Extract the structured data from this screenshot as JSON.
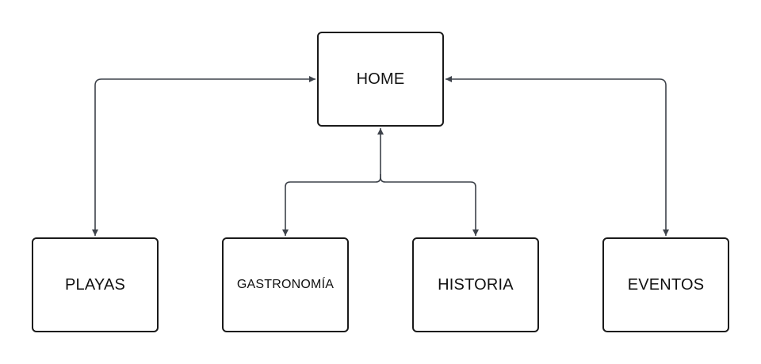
{
  "diagram": {
    "nodes": {
      "home": "HOME",
      "playas": "PLAYAS",
      "gastronomia": "GASTRONOMÍA",
      "historia": "HISTORIA",
      "eventos": "EVENTOS"
    },
    "edges": [
      {
        "from": "home",
        "to": "playas",
        "direction": "both"
      },
      {
        "from": "home",
        "to": "eventos",
        "direction": "both"
      },
      {
        "from": "home",
        "to": "gastronomia",
        "direction": "both"
      },
      {
        "from": "home",
        "to": "historia",
        "direction": "both"
      }
    ],
    "colors": {
      "line": "#3d424a",
      "border": "#1a1a1a",
      "background": "#ffffff"
    }
  }
}
